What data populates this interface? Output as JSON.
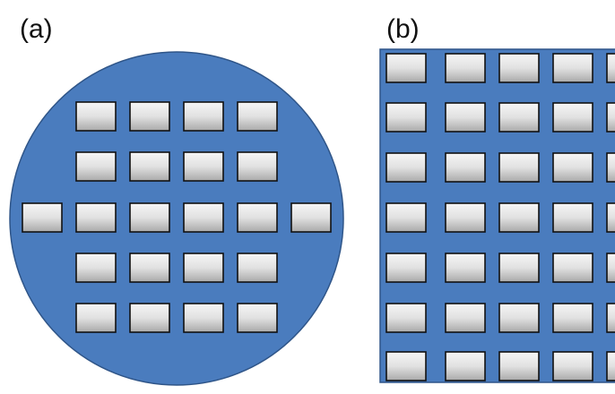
{
  "panel_a": {
    "label": "(a)",
    "substrate_shape": "circle",
    "row_die_counts": [
      4,
      4,
      6,
      4,
      4
    ]
  },
  "panel_b": {
    "label": "(b)",
    "substrate_shape": "square",
    "visible_rows": 7,
    "visible_columns": 5
  },
  "colors": {
    "substrate_fill": "#4a7cbe",
    "substrate_stroke": "#2f5588",
    "die_top": "#f6f6f6",
    "die_bottom": "#a9a9a9",
    "die_stroke": "#111111"
  }
}
